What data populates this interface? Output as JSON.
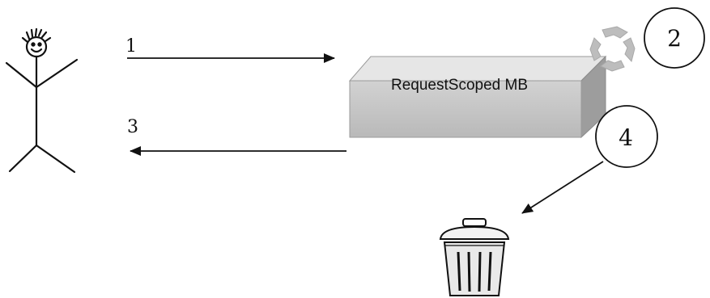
{
  "diagram": {
    "steps": {
      "request": "1",
      "process": "2",
      "response": "3",
      "destroy": "4"
    },
    "bean_label": "RequestScoped MB",
    "colors": {
      "box_front": "#c7c7c7",
      "box_top": "#e6e6e6",
      "box_side": "#9d9d9d",
      "cycle_arrows": "#bdbdbd",
      "stroke": "#111111"
    },
    "icons": [
      "stick-figure-user-icon",
      "cycle-arrows-icon",
      "trash-can-icon"
    ]
  }
}
